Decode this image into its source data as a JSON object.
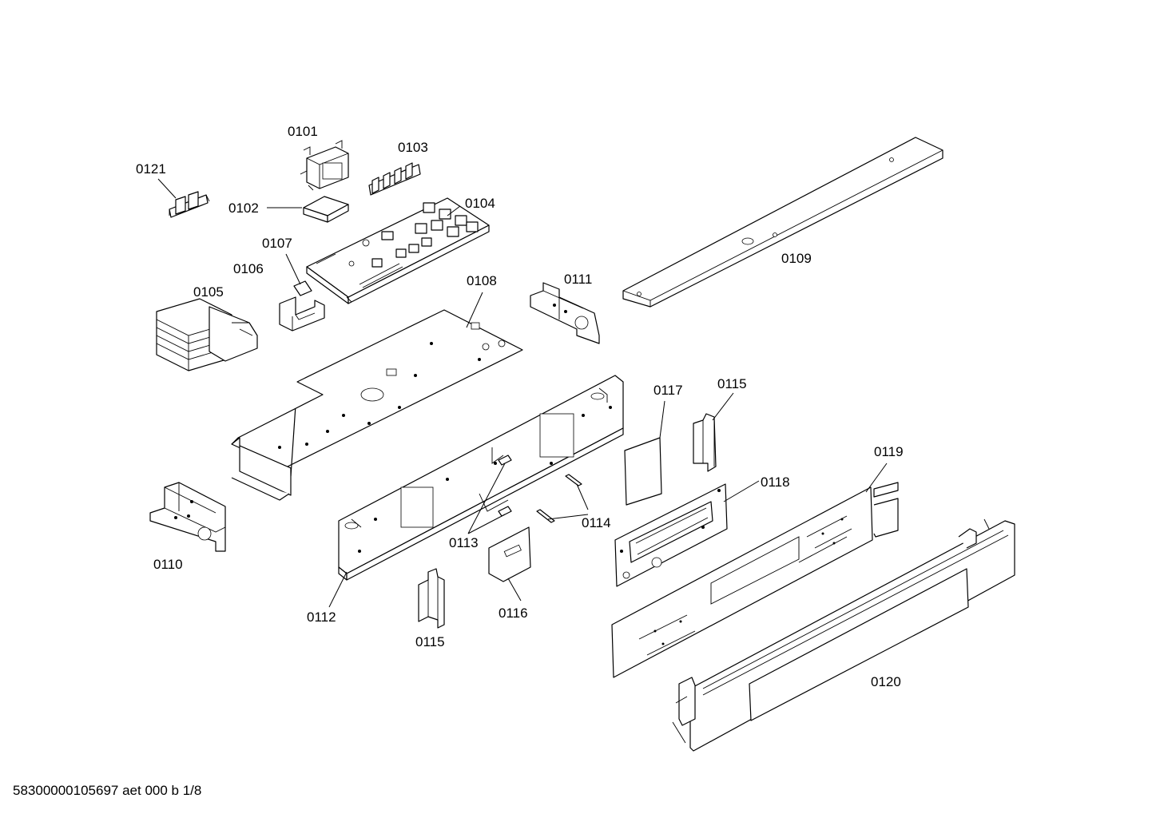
{
  "labels": {
    "p0101": "0101",
    "p0102": "0102",
    "p0103": "0103",
    "p0104": "0104",
    "p0105": "0105",
    "p0106": "0106",
    "p0107": "0107",
    "p0108": "0108",
    "p0109": "0109",
    "p0110": "0110",
    "p0111": "0111",
    "p0112": "0112",
    "p0113": "0113",
    "p0114": "0114",
    "p0115a": "0115",
    "p0115b": "0115",
    "p0116": "0116",
    "p0117": "0117",
    "p0118": "0118",
    "p0119": "0119",
    "p0120": "0120",
    "p0121": "0121"
  },
  "footer": {
    "document_id": "58300000105697 aet 000 b 1/8"
  }
}
